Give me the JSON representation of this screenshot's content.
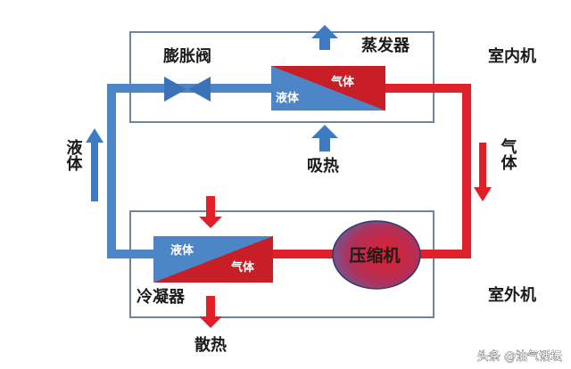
{
  "labels": {
    "indoor_unit": "室内机",
    "outdoor_unit": "室外机",
    "evaporator": "蒸发器",
    "expansion_valve": "膨胀阀",
    "condenser": "冷凝器",
    "compressor": "压缩机",
    "heat_absorb": "吸热",
    "heat_release": "散热",
    "liquid_side": "液体",
    "gas_side": "气体"
  },
  "evaporator": {
    "liquid": "液体",
    "gas": "气体"
  },
  "condenser": {
    "liquid": "液体",
    "gas": "气体"
  },
  "watermark": "头条 @油气话坛",
  "colors": {
    "liquid_pipe": "#4d86c6",
    "gas_pipe": "#e0202a",
    "liquid_fill": "#4d86c6",
    "gas_fill": "#c81e28",
    "box_border": "#6d86a0",
    "arrow_blue": "#3d7cc4",
    "arrow_red": "#e41e26"
  }
}
